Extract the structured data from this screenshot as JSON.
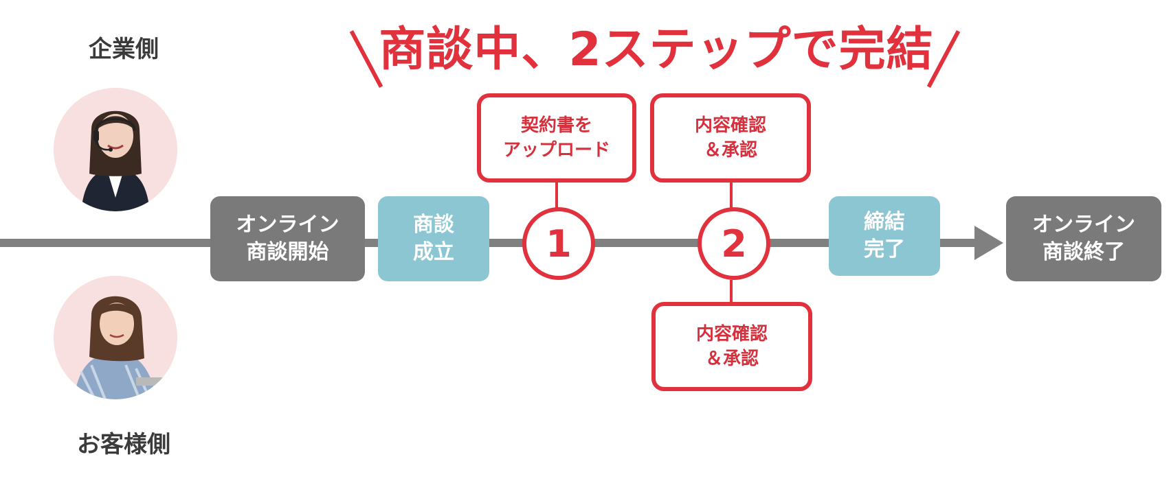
{
  "headline": "商談中、2ステップで完結",
  "roles": {
    "company": "企業側",
    "customer": "お客様側"
  },
  "stages": {
    "start": [
      "オンライン",
      "商談開始"
    ],
    "deal": [
      "商談",
      "成立"
    ],
    "concluded": [
      "締結",
      "完了"
    ],
    "end": [
      "オンライン",
      "商談終了"
    ]
  },
  "steps": {
    "one": "1",
    "two": "2"
  },
  "callouts": {
    "upload": [
      "契約書を",
      "アップロード"
    ],
    "approve_top": [
      "内容確認",
      "＆承認"
    ],
    "approve_bottom": [
      "内容確認",
      "＆承認"
    ]
  },
  "colors": {
    "accent_red": "#e0313d",
    "stage_gray": "#7a7a7a",
    "stage_teal": "#8cc6d3",
    "timeline_gray": "#808080",
    "avatar_bg": "#f8dfe0"
  }
}
